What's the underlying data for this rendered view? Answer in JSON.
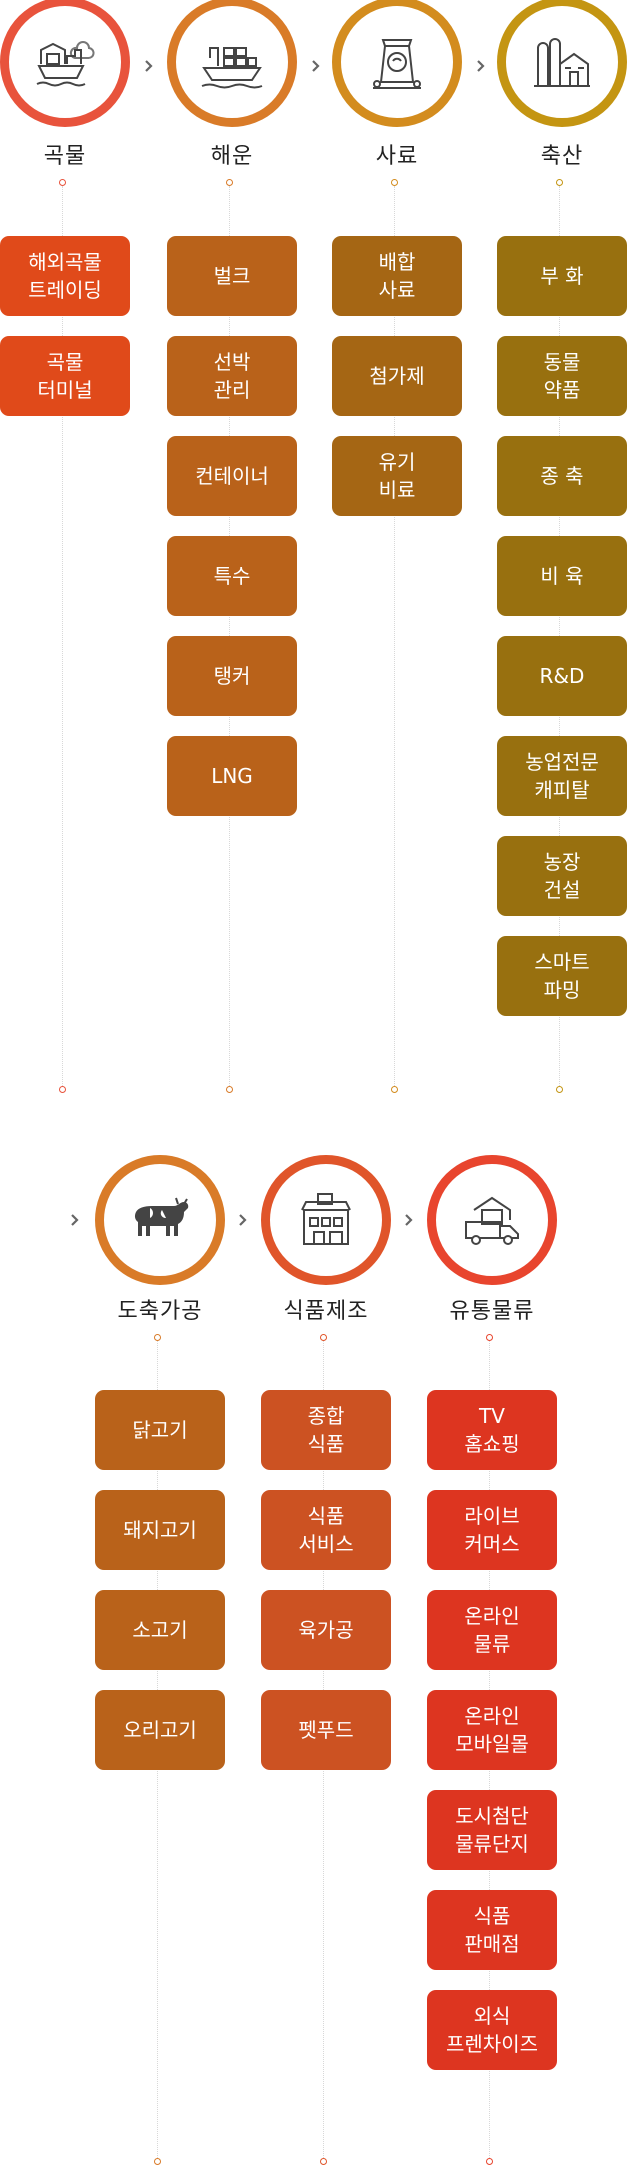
{
  "row1": [
    {
      "title": "곡물",
      "icon": "grain-ship-icon",
      "color": "#e8533c",
      "box_color": "#e04a1a",
      "items": [
        "해외곡물\n트레이딩",
        "곡물\n터미널"
      ]
    },
    {
      "title": "해운",
      "icon": "container-ship-icon",
      "color": "#d97b28",
      "box_color": "#b9621a",
      "items": [
        "벌크",
        "선박\n관리",
        "컨테이너",
        "특수",
        "탱커",
        "LNG"
      ]
    },
    {
      "title": "사료",
      "icon": "feed-bag-icon",
      "color": "#d38c1e",
      "box_color": "#a56614",
      "items": [
        "배합\n사료",
        "첨가제",
        "유기\n비료"
      ]
    },
    {
      "title": "축산",
      "icon": "farm-silo-icon",
      "color": "#c49512",
      "box_color": "#98700f",
      "items": [
        "부 화",
        "동물\n약품",
        "종 축",
        "비 육",
        "R&D",
        "농업전문\n캐피탈",
        "농장\n건설",
        "스마트\n파밍"
      ]
    }
  ],
  "row2": [
    {
      "title": "도축가공",
      "icon": "cow-icon",
      "color": "#d97b28",
      "box_color": "#b9621a",
      "items": [
        "닭고기",
        "돼지고기",
        "소고기",
        "오리고기"
      ]
    },
    {
      "title": "식품제조",
      "icon": "factory-icon",
      "color": "#e0552a",
      "box_color": "#cc5222",
      "items": [
        "종합\n식품",
        "식품\n서비스",
        "육가공",
        "펫푸드"
      ]
    },
    {
      "title": "유통물류",
      "icon": "delivery-truck-icon",
      "color": "#e8452e",
      "box_color": "#dd3520",
      "items": [
        "TV\n홈쇼핑",
        "라이브\n커머스",
        "온라인\n물류",
        "온라인\n모바일몰",
        "도시첨단\n물류단지",
        "식품\n판매점",
        "외식\n프렌차이즈"
      ]
    }
  ],
  "colors": {
    "arrow": "#666666",
    "dotted_line": "#d8d8d8",
    "title_text": "#222222"
  }
}
